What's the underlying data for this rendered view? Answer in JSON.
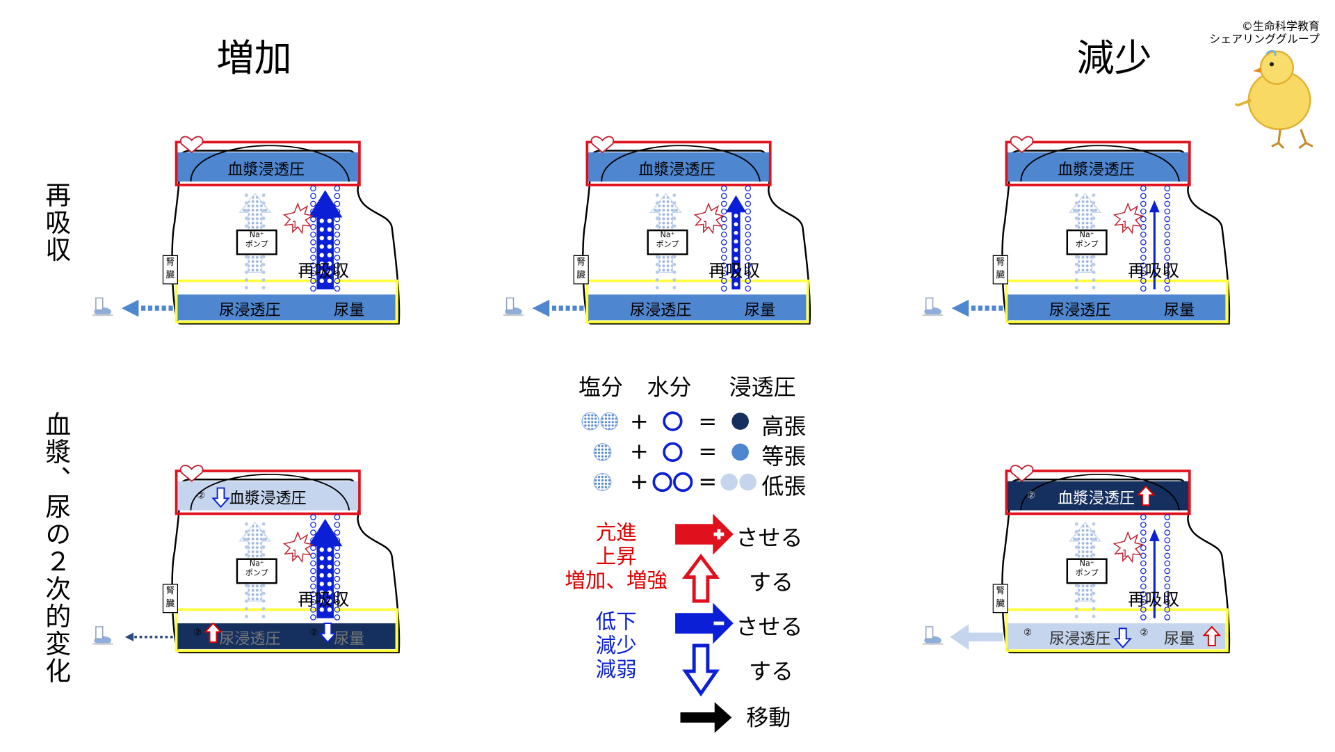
{
  "copyright": [
    "©生命科学教育",
    "シェアリンググループ"
  ],
  "headings": {
    "left": "増加",
    "right": "減少"
  },
  "row_labels": {
    "top": "再吸収",
    "bottom": "血漿、尿の２次的変化"
  },
  "common": {
    "blood_label": "血漿浸透圧",
    "urine_label": "尿浸透圧",
    "volume_label": "尿量",
    "reabsorb_label": "再吸収",
    "kidney_label": "腎臓",
    "pump_label": [
      "Na⁺",
      "ポンプ"
    ],
    "mark_1": "1",
    "mark_2": "②"
  },
  "colors": {
    "plasma_normal": "#4f86d0",
    "plasma_low": "#c5d5ee",
    "plasma_high": "#15305e",
    "box_red": "#e0101c",
    "box_yellow": "#ffff3c",
    "water_blue": "#0a1fd6",
    "salt_blue": "#8eaedc",
    "text_red": "#e00000"
  },
  "legend": {
    "headers": [
      "塩分",
      "水分",
      "浸透圧"
    ],
    "rows": [
      {
        "plus": "+",
        "eq": "=",
        "result": "高張"
      },
      {
        "plus": "+",
        "eq": "=",
        "result": "等張"
      },
      {
        "plus": "+",
        "eq": "=",
        "result": "低張"
      }
    ],
    "key": {
      "increase_words": [
        "亢進",
        "上昇",
        "増加、増強"
      ],
      "decrease_words": [
        "低下",
        "減少",
        "減弱"
      ],
      "make": "させる",
      "do": "する",
      "move": "移動"
    }
  }
}
